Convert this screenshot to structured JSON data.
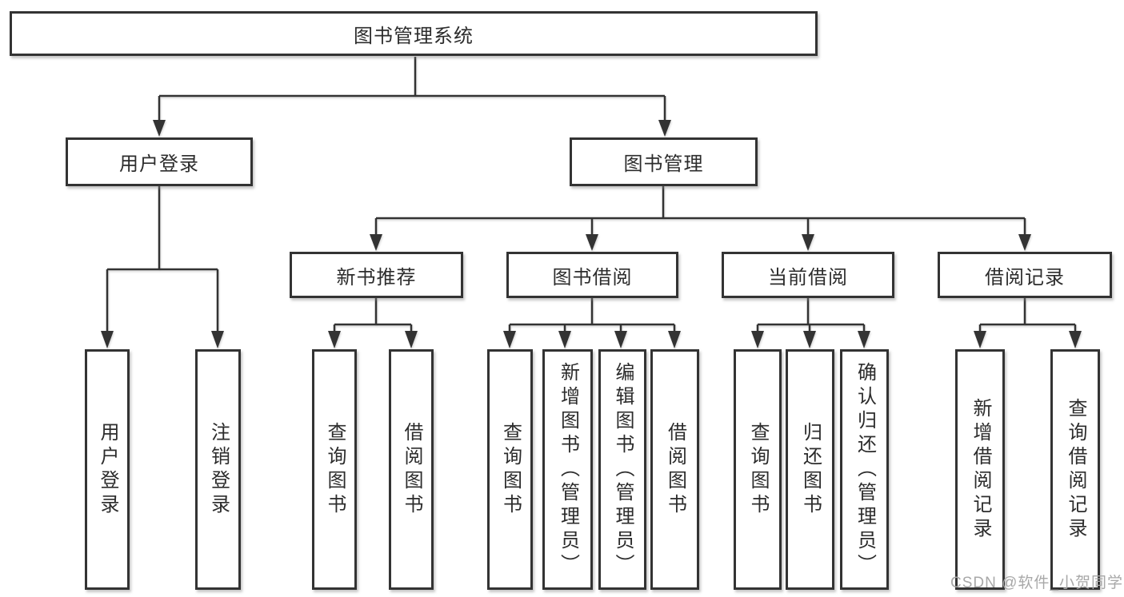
{
  "diagram_title": "图书管理系统",
  "nodes": {
    "root": "图书管理系统",
    "user_login": "用户登录",
    "book_management": "图书管理",
    "new_book_recommend": "新书推荐",
    "book_borrow": "图书借阅",
    "current_borrow": "当前借阅",
    "borrow_records": "借阅记录",
    "user_login_leaf": "用户登录",
    "logout_leaf": "注销登录",
    "query_book_rec": "查询图书",
    "borrow_book_rec": "借阅图书",
    "query_book_borrow": "查询图书",
    "add_book_admin": "新增图书（管理员）",
    "edit_book_admin": "编辑图书（管理员）",
    "borrow_book_borrow": "借阅图书",
    "query_book_current": "查询图书",
    "return_book": "归还图书",
    "confirm_return_admin": "确认归还（管理员）",
    "add_borrow_record": "新增借阅记录",
    "query_borrow_record": "查询借阅记录"
  },
  "edges": {
    "root": [
      "user_login",
      "book_management"
    ],
    "user_login": [
      "user_login_leaf",
      "logout_leaf"
    ],
    "book_management": [
      "new_book_recommend",
      "book_borrow",
      "current_borrow",
      "borrow_records"
    ],
    "new_book_recommend": [
      "query_book_rec",
      "borrow_book_rec"
    ],
    "book_borrow": [
      "query_book_borrow",
      "add_book_admin",
      "edit_book_admin",
      "borrow_book_borrow"
    ],
    "current_borrow": [
      "query_book_current",
      "return_book",
      "confirm_return_admin"
    ],
    "borrow_records": [
      "add_borrow_record",
      "query_borrow_record"
    ]
  },
  "watermark": "CSDN @软件_小贺同学",
  "colors": {
    "line": "#333333",
    "text": "#2c2c2c",
    "box_background": "#ffffff",
    "watermark": "#a8a8a8",
    "background": "#ffffff"
  }
}
